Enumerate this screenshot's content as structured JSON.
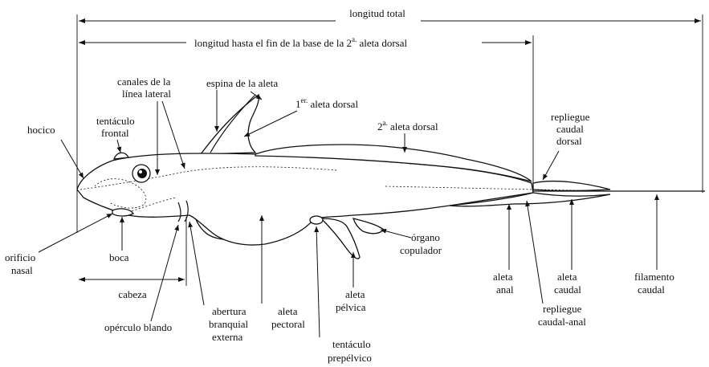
{
  "diagram": {
    "measures": {
      "total_length": "longitud total",
      "length_to_dorsal_a": "longitud hasta el fin de la base de la 2",
      "length_to_dorsal_sup": "a.",
      "length_to_dorsal_b": " aleta dorsal",
      "head": "cabeza"
    },
    "labels": {
      "fin_spine": "espina de la aleta",
      "lateral_line_1": "canales de la",
      "lateral_line_2": "línea lateral",
      "first_dorsal_pre": "1",
      "first_dorsal_sup": "er.",
      "first_dorsal_post": " aleta dorsal",
      "second_dorsal_pre": "2",
      "second_dorsal_sup": "a.",
      "second_dorsal_post": " aleta dorsal",
      "frontal_tentacle_1": "tentáculo",
      "frontal_tentacle_2": "frontal",
      "snout": "hocico",
      "dorsal_caudal_fold_1": "repliegue",
      "dorsal_caudal_fold_2": "caudal",
      "dorsal_caudal_fold_3": "dorsal",
      "nostril_1": "orificio",
      "nostril_2": "nasal",
      "mouth": "boca",
      "clasper_1": "órgano",
      "clasper_2": "copulador",
      "anal_fin_1": "aleta",
      "anal_fin_2": "anal",
      "caudal_fin_1": "aleta",
      "caudal_fin_2": "caudal",
      "caudal_filament_1": "filamento",
      "caudal_filament_2": "caudal",
      "pelvic_fin_1": "aleta",
      "pelvic_fin_2": "pélvica",
      "gill_opening_1": "abertura",
      "gill_opening_2": "branquial",
      "gill_opening_3": "externa",
      "pectoral_fin_1": "aleta",
      "pectoral_fin_2": "pectoral",
      "caudal_anal_fold_1": "repliegue",
      "caudal_anal_fold_2": "caudal-anal",
      "soft_operculum": "opérculo blando",
      "prepelvic_tentacle_1": "tentáculo",
      "prepelvic_tentacle_2": "prepélvico"
    }
  }
}
